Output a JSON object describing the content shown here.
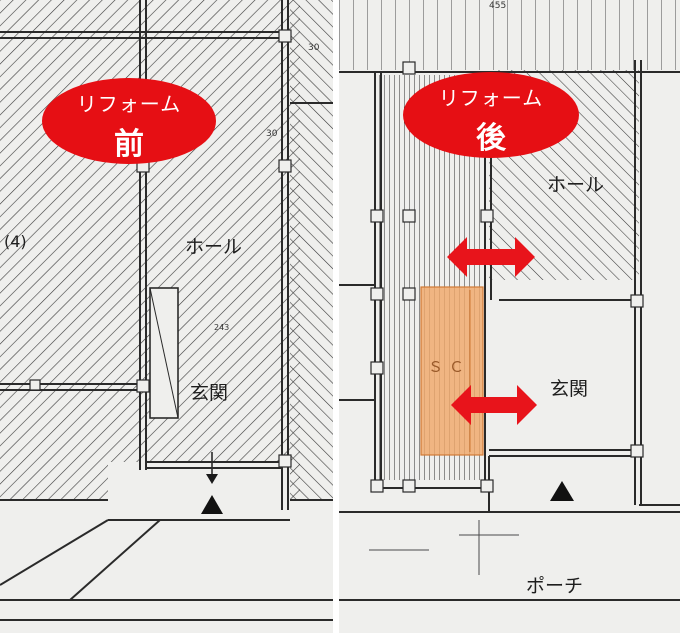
{
  "before": {
    "badge": {
      "sub": "リフォーム",
      "main": "前"
    },
    "labels": {
      "hall": "ホール",
      "genkan": "玄関",
      "room_num": "(4)"
    }
  },
  "after": {
    "badge": {
      "sub": "リフォーム",
      "main": "後"
    },
    "labels": {
      "hall": "ホール",
      "genkan": "玄関",
      "sc": "ＳＣ",
      "porch": "ポーチ",
      "dim": "455"
    }
  },
  "colors": {
    "badge_red": "#e60f14",
    "arrow_red": "#e8141b",
    "shoe_closet": "#f0a86a",
    "paper": "#efefed",
    "line": "#2a2a2a"
  },
  "icons": [
    "north-triangle-icon",
    "double-arrow-icon"
  ]
}
